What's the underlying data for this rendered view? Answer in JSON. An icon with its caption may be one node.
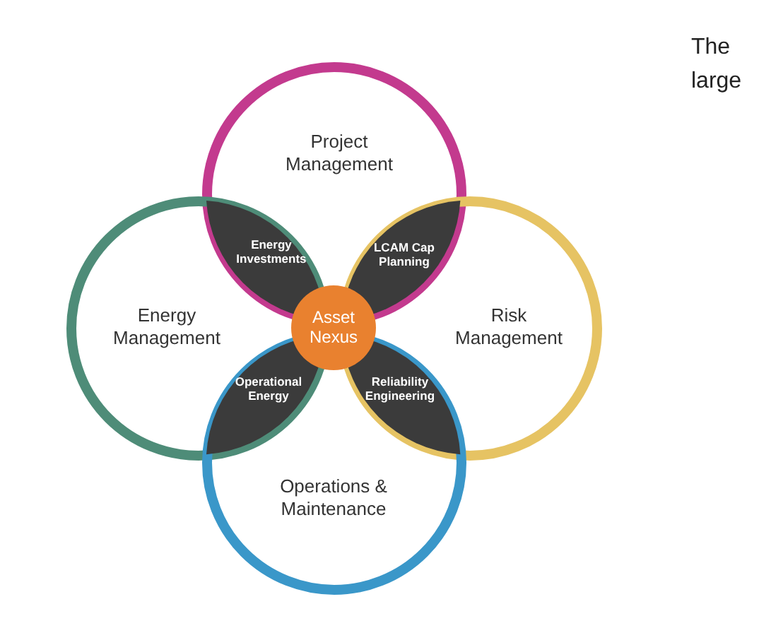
{
  "diagram": {
    "nodes": [
      {
        "text": [
          "Project Management"
        ]
      },
      {
        "text": [
          "Energy Management"
        ]
      },
      {
        "text": [
          "Energy Investments"
        ]
      },
      {
        "text": [
          "LCAM Cap Planning"
        ]
      },
      {
        "text": [
          "Asset Nexus"
        ]
      },
      {
        "text": [
          "Risk Management"
        ]
      },
      {
        "text": [
          "Operational Energy"
        ]
      },
      {
        "text": [
          "Reliability Engineering"
        ]
      },
      {
        "text": [
          "Operations & Maintenance"
        ]
      }
    ],
    "edges": [],
    "labels": [
      "The large"
    ]
  }
}
